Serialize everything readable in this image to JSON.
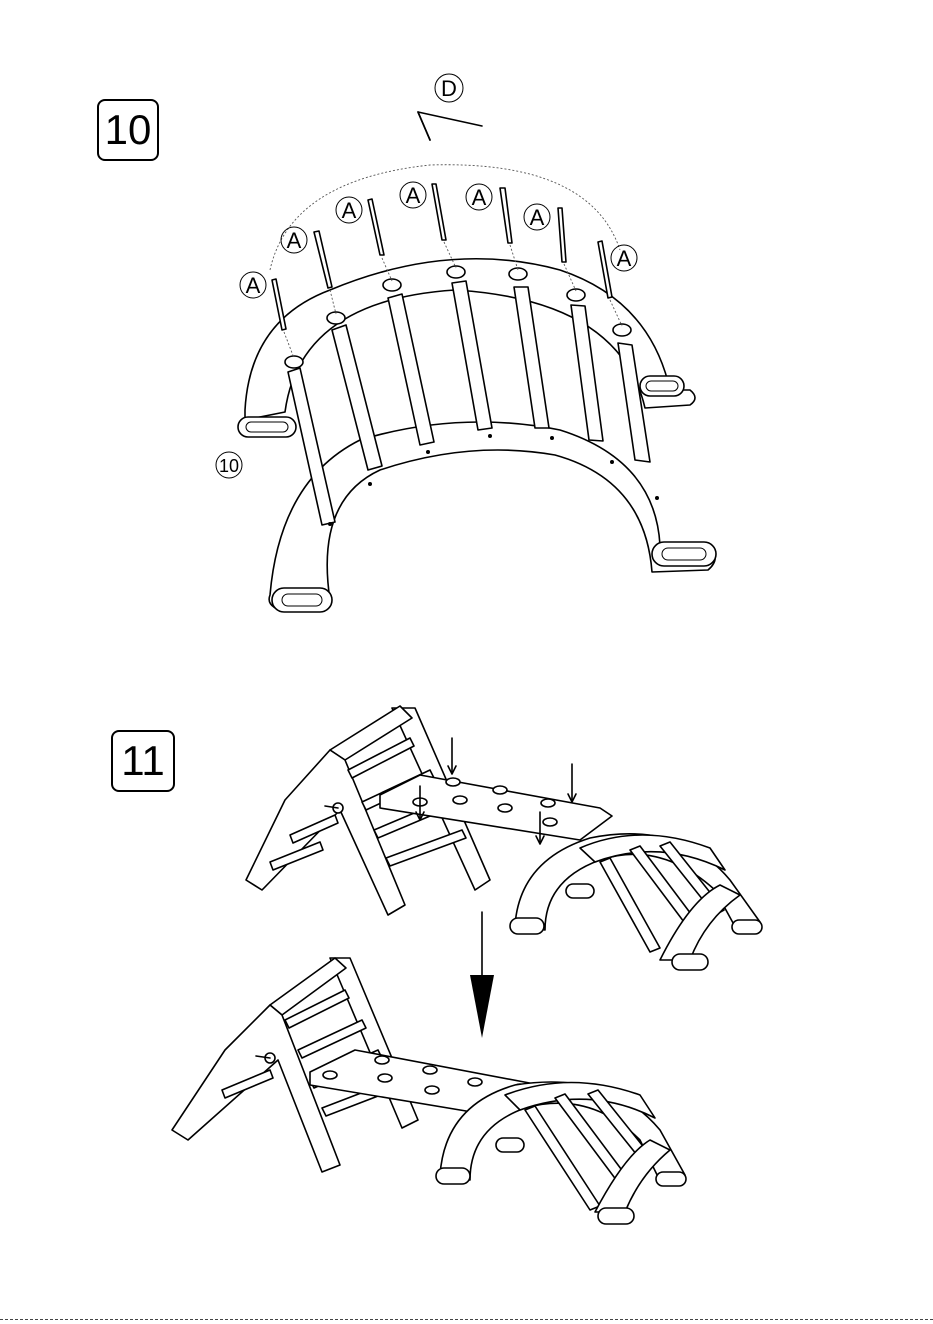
{
  "steps": [
    {
      "number": "10",
      "part_label": "10",
      "tool_label": "D",
      "screw_label": "A",
      "screw_count": 7
    },
    {
      "number": "11"
    }
  ],
  "colors": {
    "line": "#000000",
    "background": "#ffffff"
  }
}
